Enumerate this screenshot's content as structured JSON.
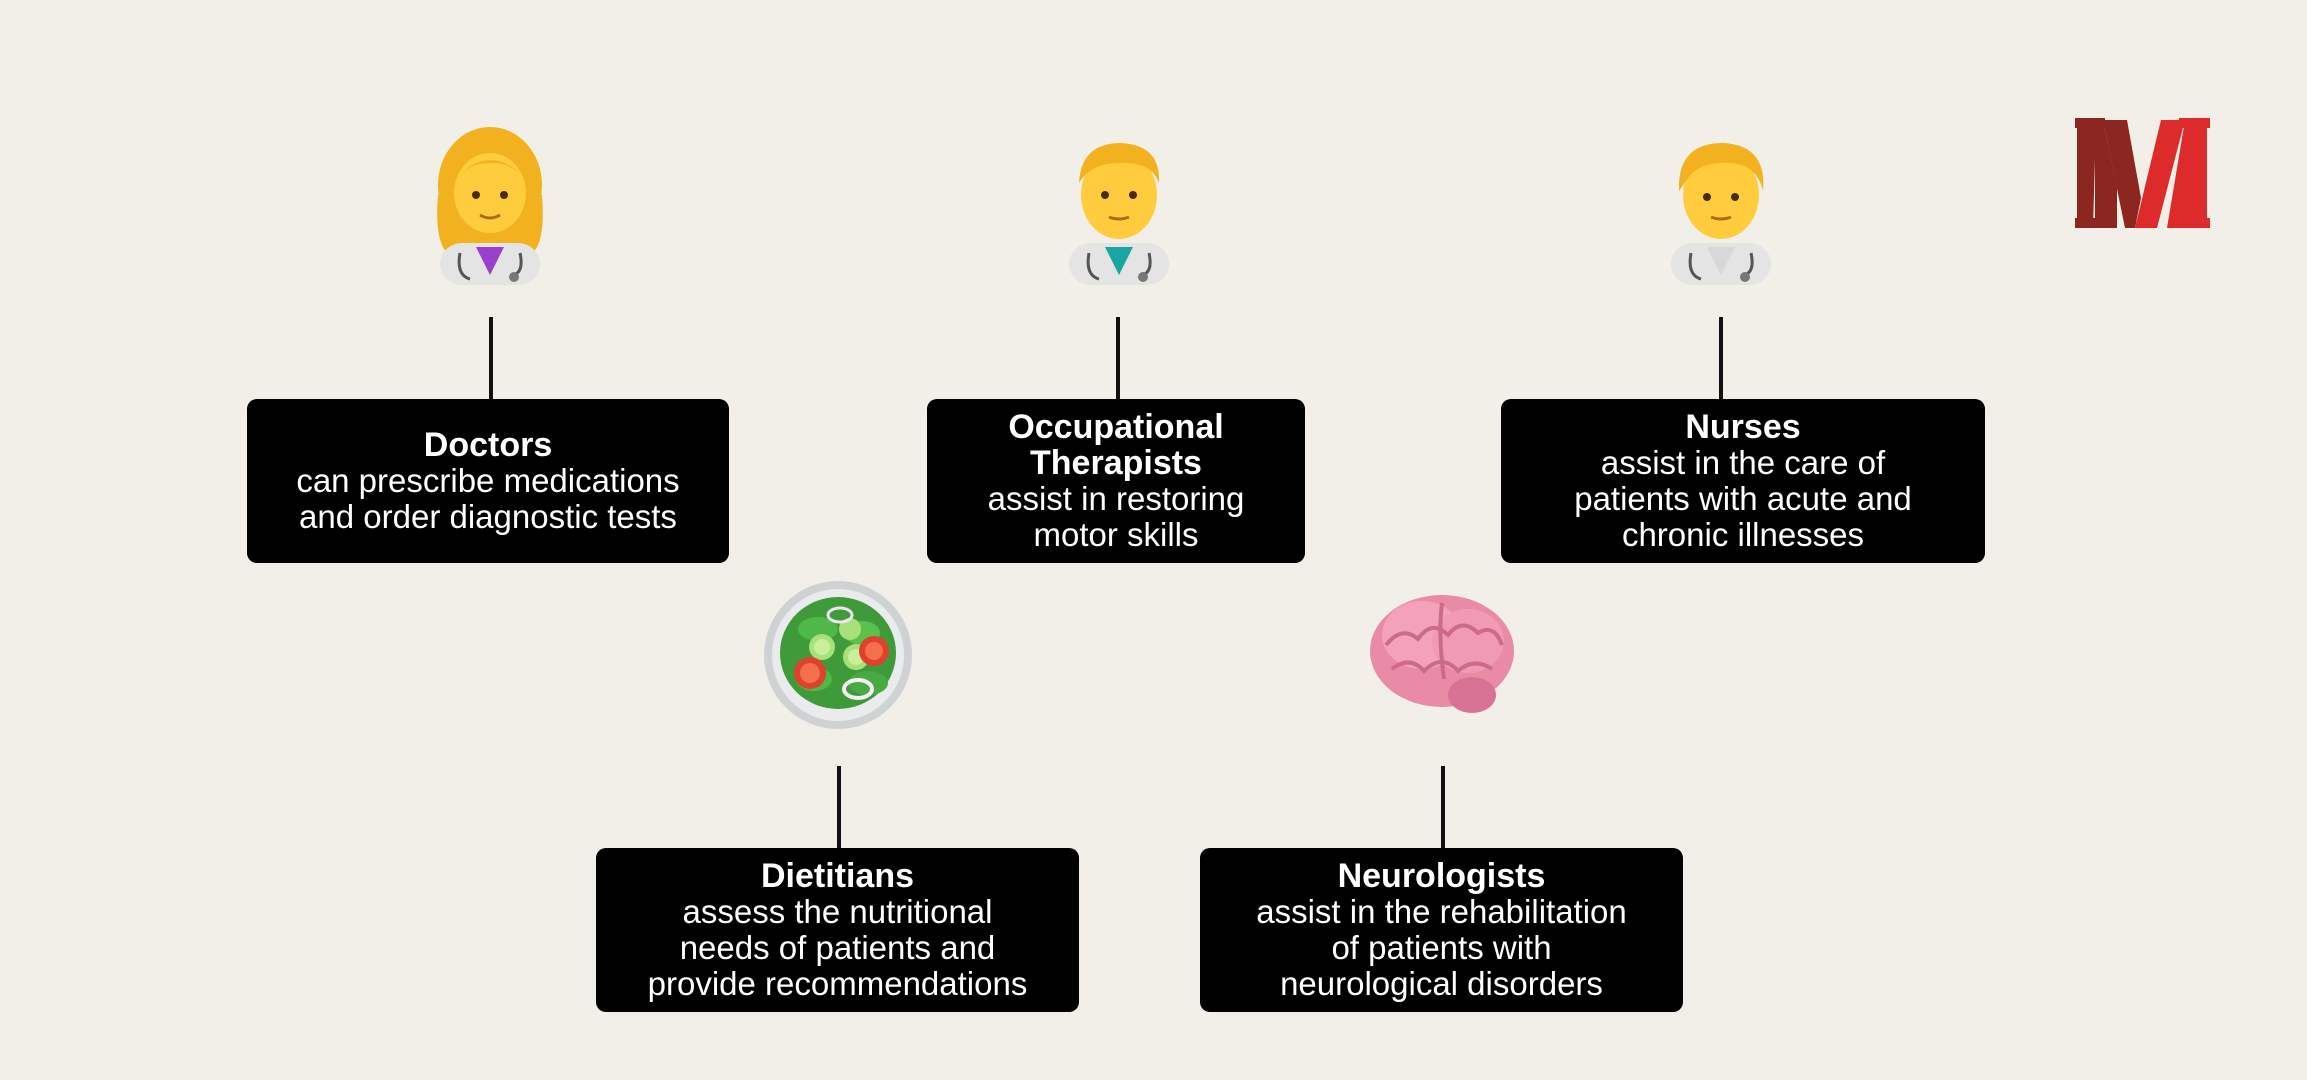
{
  "brand": {
    "logo_text": "M",
    "colors": {
      "dark": "#8c2620",
      "light": "#dd2b2b"
    }
  },
  "theme": {
    "background": "#f1efe7",
    "card_background": "#000000",
    "card_text": "#ffffff",
    "connector": "#111111"
  },
  "roles": [
    {
      "key": "doctors",
      "icon": "woman-health-worker-icon",
      "title": "Doctors",
      "desc_lines": [
        "can prescribe medications",
        "and order diagnostic tests"
      ]
    },
    {
      "key": "occupational-therapists",
      "icon": "man-health-worker-icon",
      "title_lines": [
        "Occupational",
        "Therapists"
      ],
      "desc_lines": [
        "assist in restoring",
        "motor skills"
      ]
    },
    {
      "key": "nurses",
      "icon": "health-worker-icon",
      "title": "Nurses",
      "desc_lines": [
        "assist in the care of",
        "patients with acute and",
        "chronic illnesses"
      ]
    },
    {
      "key": "dietitians",
      "icon": "salad-icon",
      "title": "Dietitians",
      "desc_lines": [
        "assess the nutritional",
        "needs of patients and",
        "provide recommendations"
      ]
    },
    {
      "key": "neurologists",
      "icon": "brain-icon",
      "title": "Neurologists",
      "desc_lines": [
        "assist in the rehabilitation",
        "of patients with",
        "neurological disorders"
      ]
    }
  ]
}
